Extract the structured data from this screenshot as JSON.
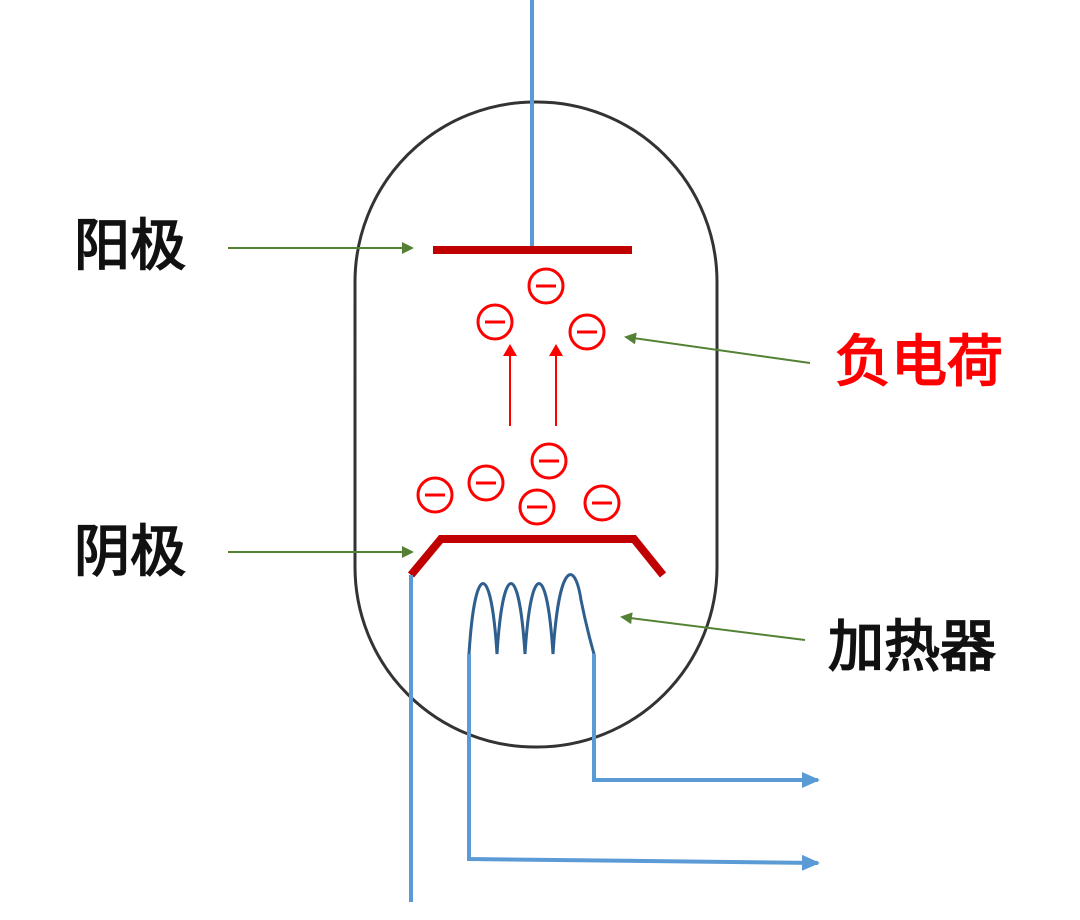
{
  "labels": {
    "anode": "阳极",
    "cathode": "阴极",
    "negative_charge": "负电荷",
    "heater": "加热器"
  },
  "electron_symbol": "⊖",
  "colors": {
    "text_dark": "#111111",
    "charge_red": "#ff0000",
    "electrode_red": "#c00000",
    "wire_blue": "#5b9bd5",
    "filament_blue": "#2f5f8f",
    "pointer_green": "#548235",
    "envelope": "#333333"
  }
}
